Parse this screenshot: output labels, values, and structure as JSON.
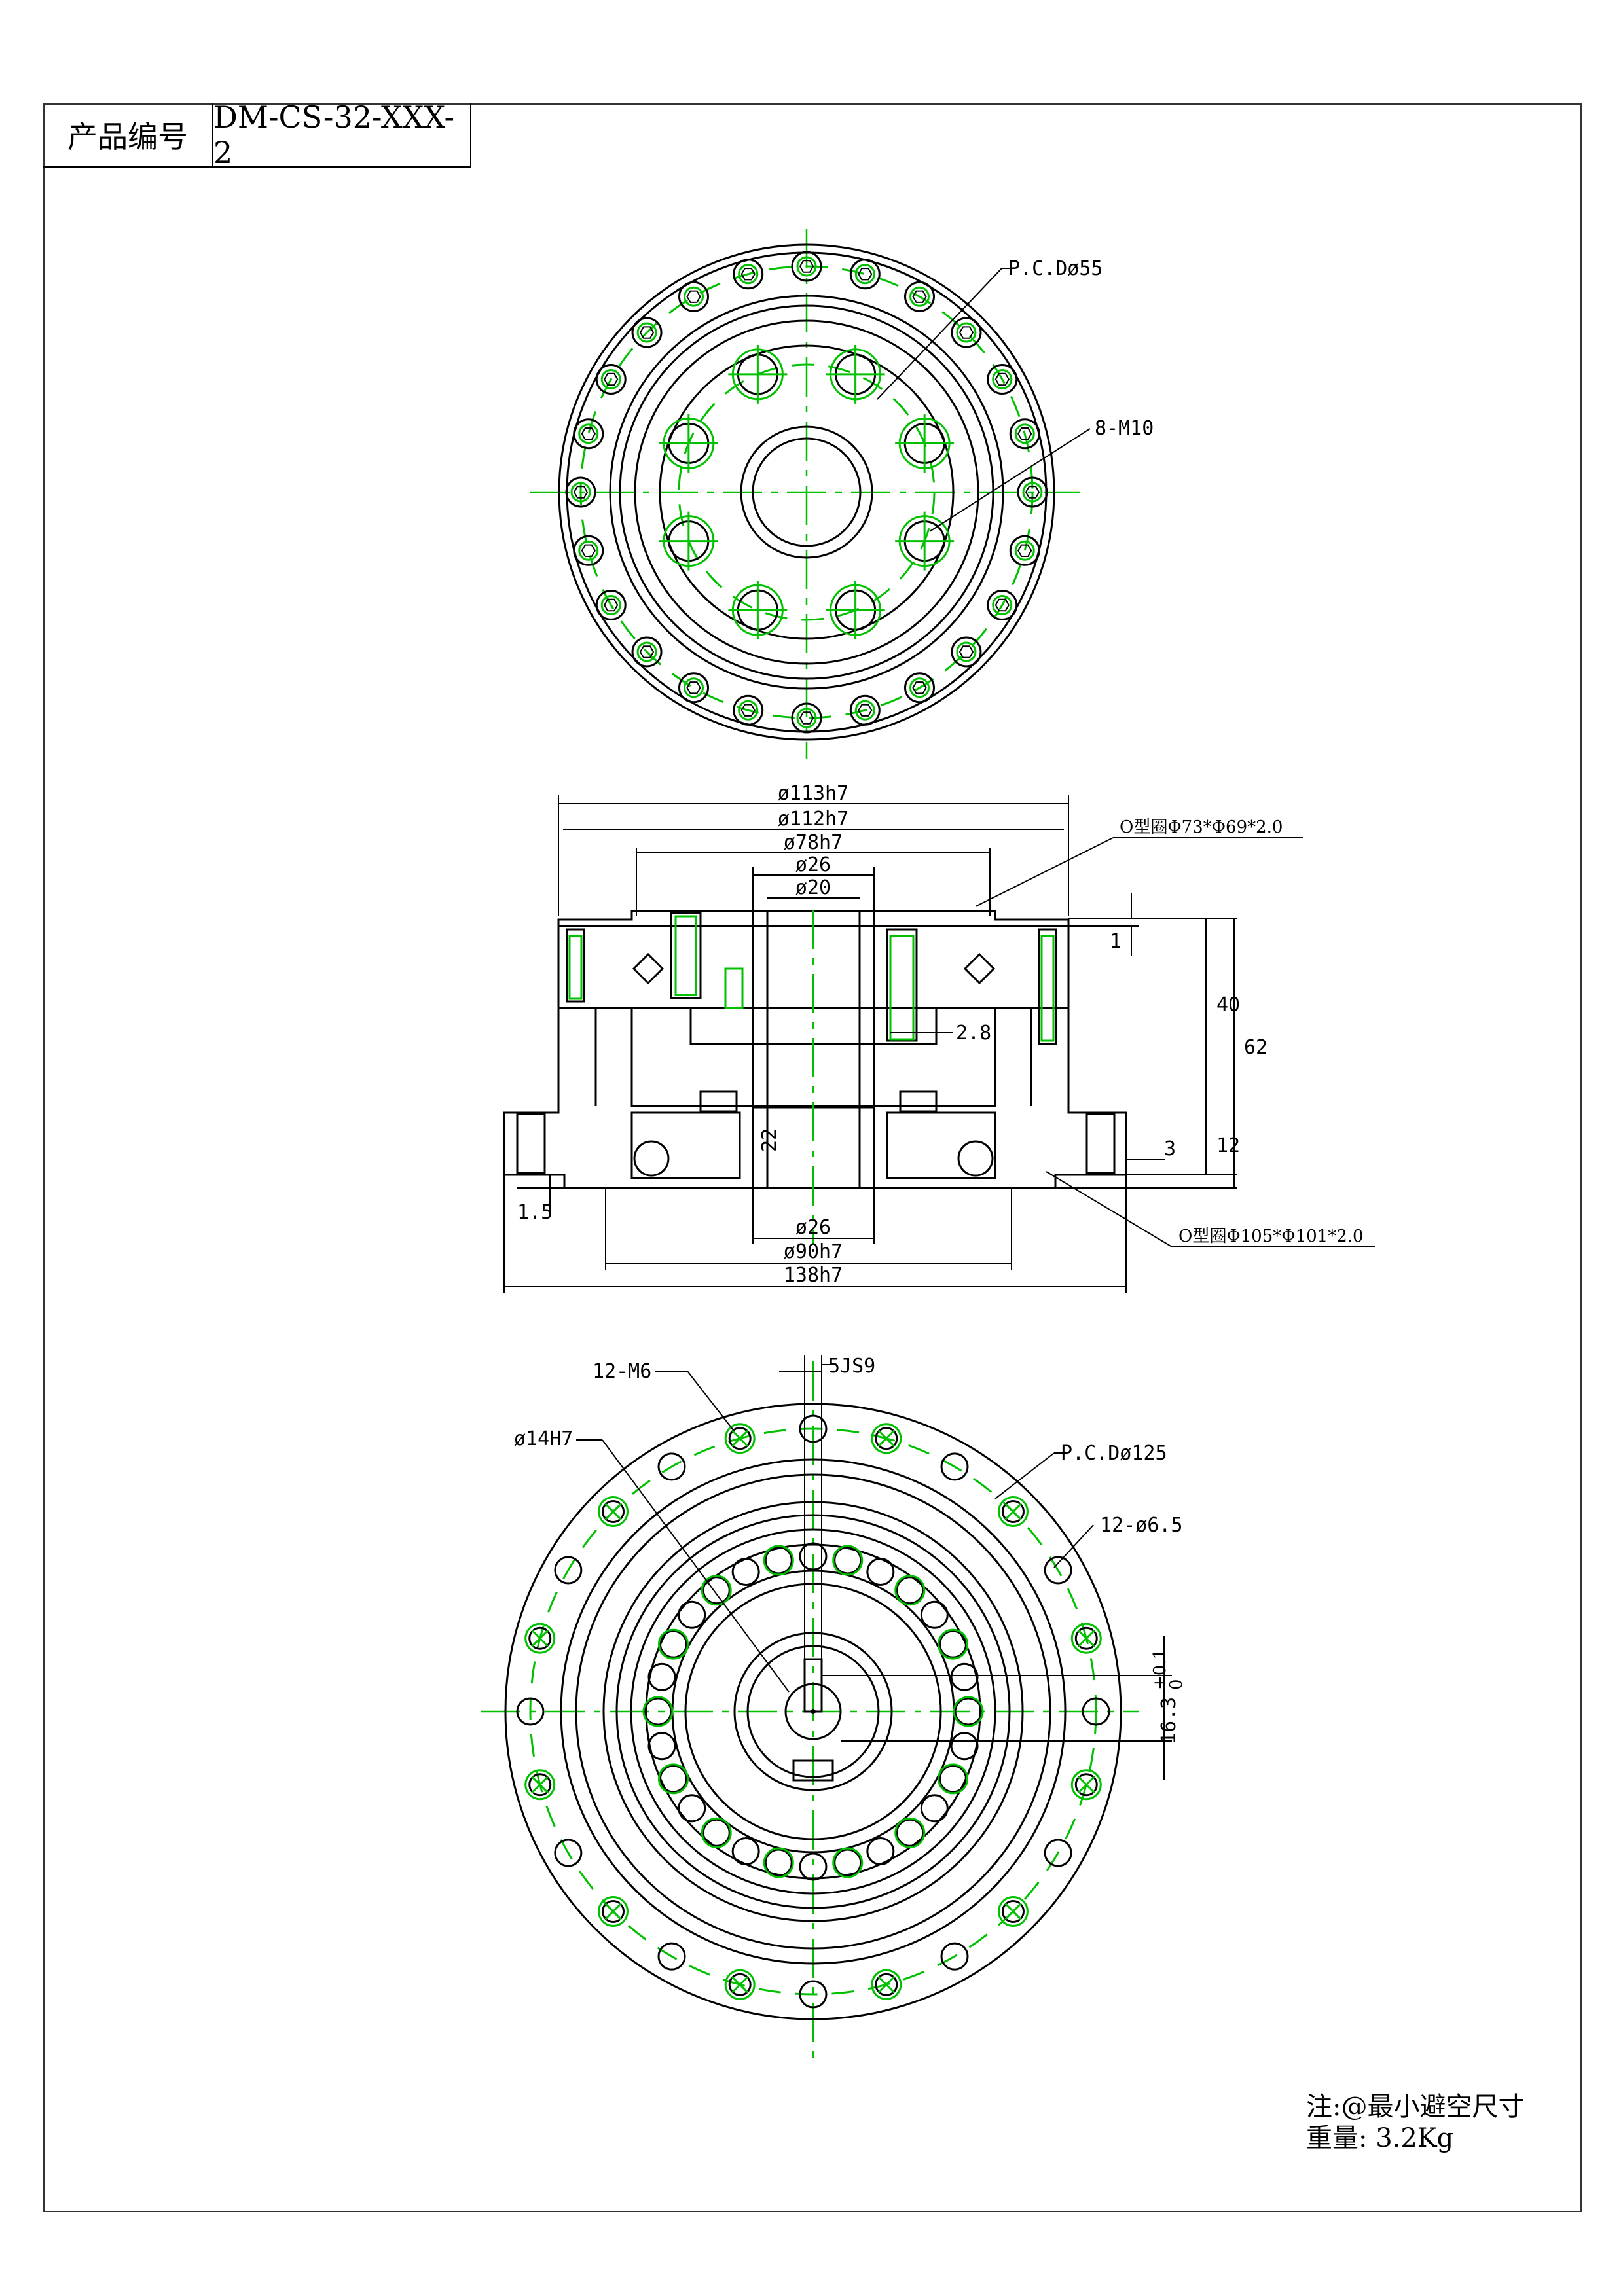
{
  "title_block": {
    "label": "产品编号",
    "value": "DM-CS-32-XXX-2"
  },
  "top_view": {
    "pcd_label": "P.C.Dø55",
    "thread_label": "8-M10"
  },
  "section_view": {
    "dims": {
      "d113": "ø113h7",
      "d112": "ø112h7",
      "d78": "ø78h7",
      "d26_top": "ø26",
      "d20": "ø20",
      "d26_bottom": "ø26",
      "d90": "ø90h7",
      "d138": "138h7",
      "h1": "1",
      "h40": "40",
      "h62": "62",
      "h2_8": "2.8",
      "h22": "22",
      "h3": "3",
      "h12": "12",
      "h1_5": "1.5"
    },
    "oring_top": "O型圈Φ73*Φ69*2.0",
    "oring_bottom": "O型圈Φ105*Φ101*2.0"
  },
  "bottom_view": {
    "thread_label": "12-M6",
    "hole_label": "ø14H7",
    "key_label": "5JS9",
    "pcd_label": "P.C.Dø125",
    "through_label": "12-ø6.5",
    "key_depth": "16.3",
    "key_tol_upper": "+0.1",
    "key_tol_lower": "0"
  },
  "notes": {
    "line1": "注:@最小避空尺寸",
    "line2": "重量: 3.2Kg"
  }
}
